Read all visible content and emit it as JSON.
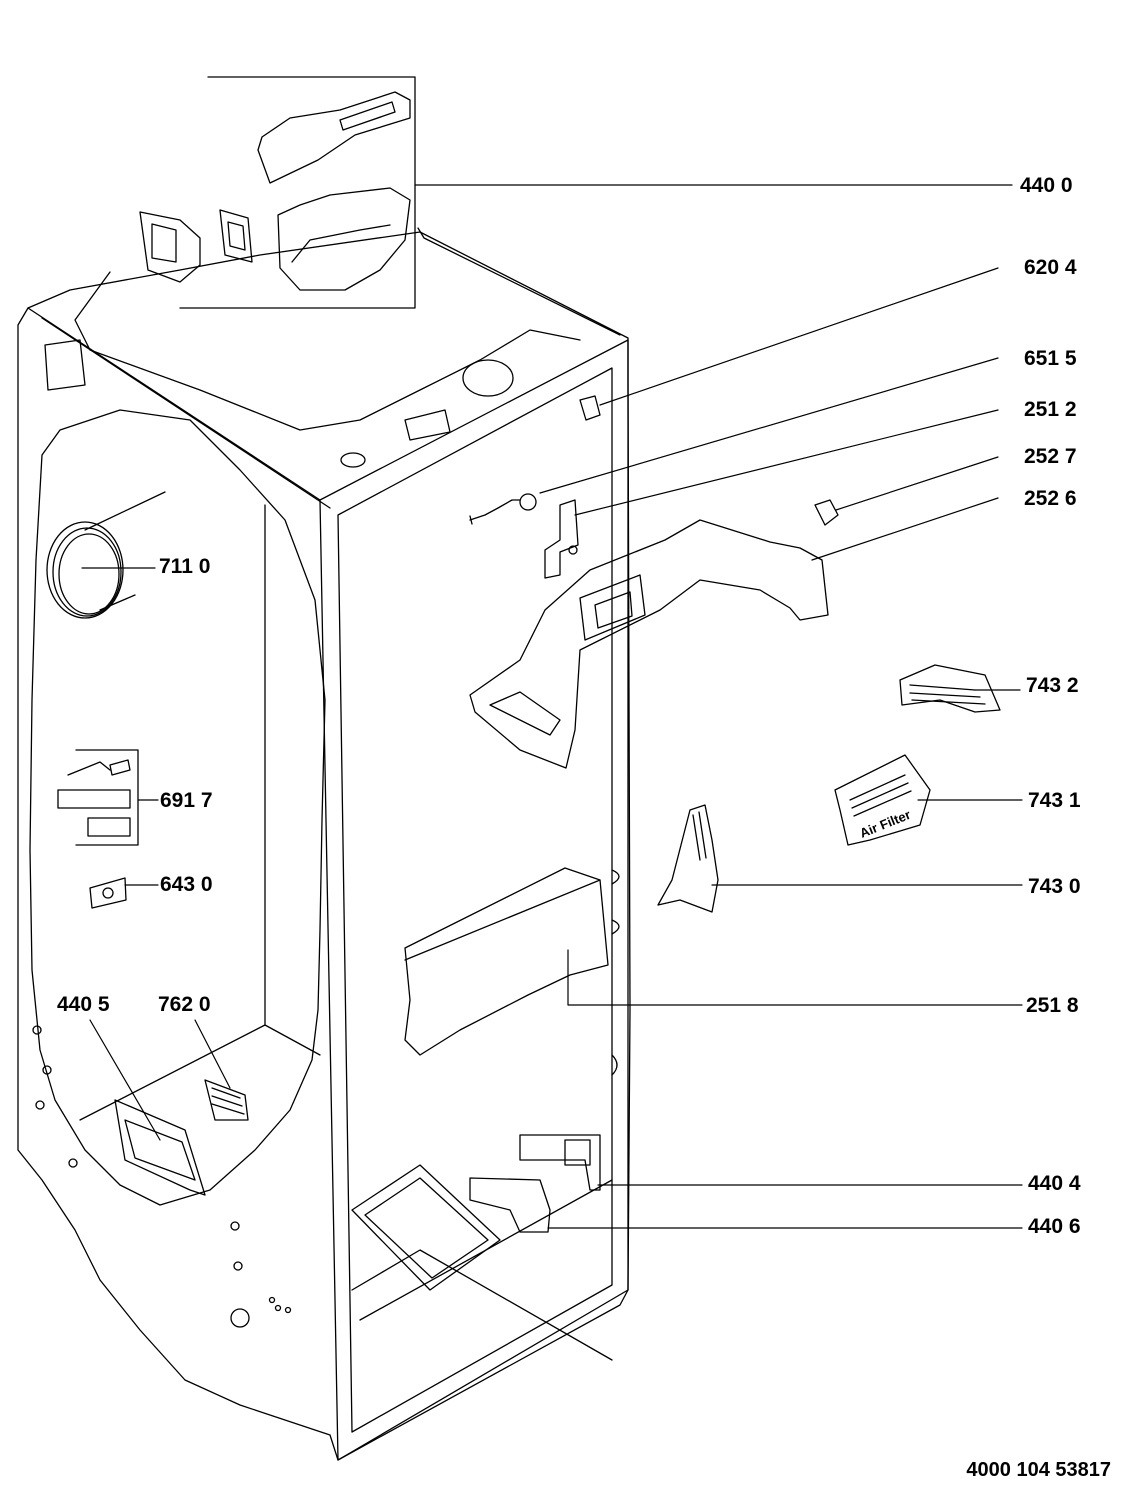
{
  "labels": {
    "p4400": "440 0",
    "p6204": "620 4",
    "p6515": "651 5",
    "p2512": "251 2",
    "p2527": "252 7",
    "p2526": "252 6",
    "p7110": "711 0",
    "p7432": "743 2",
    "p6917": "691 7",
    "p7431": "743 1",
    "p6430": "643 0",
    "p7430": "743 0",
    "p4405": "440 5",
    "p7620": "762 0",
    "p2518": "251 8",
    "p4404": "440 4",
    "p4406": "440 6"
  },
  "air_filter_text": "Air Filter",
  "document_number": "4000 104 53817"
}
